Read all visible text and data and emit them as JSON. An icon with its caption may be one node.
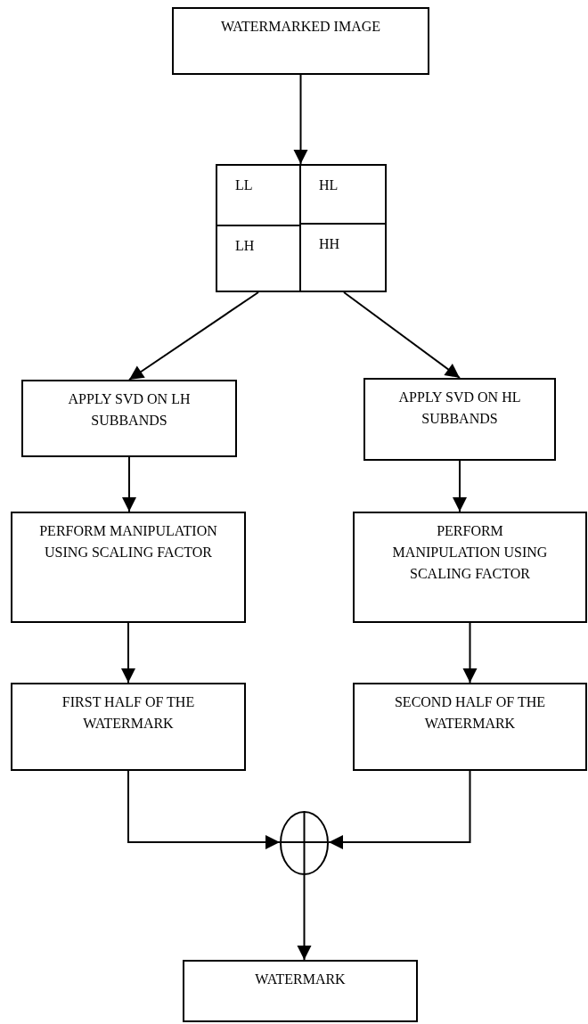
{
  "diagram": {
    "nodes": [
      {
        "text": [
          "WATERMARKED IMAGE"
        ]
      },
      {
        "text": [],
        "shape": "box"
      },
      {
        "text": [
          "LL"
        ],
        "in": 1
      },
      {
        "text": [
          "HL"
        ],
        "in": 1
      },
      {
        "text": [
          "LH"
        ],
        "in": 1
      },
      {
        "text": [
          "HH"
        ],
        "in": 1
      },
      {
        "text": [
          "APPLY SVD ON LH SUBBANDS"
        ]
      },
      {
        "text": [
          "APPLY SVD ON HL SUBBANDS"
        ]
      },
      {
        "text": [
          "PERFORM MANIPULATION USING SCALING FACTOR"
        ]
      },
      {
        "text": [
          "PERFORM MANIPULATION USING SCALING FACTOR"
        ]
      },
      {
        "text": [
          "FIRST HALF OF THE WATERMARK"
        ]
      },
      {
        "text": [
          "SECOND HALF OF THE WATERMARK"
        ]
      },
      {
        "text": [],
        "shape": "circle"
      },
      {
        "text": [
          "WATERMARK"
        ]
      }
    ],
    "edges": [
      {
        "from": 0,
        "to": 1,
        "arrow": "to"
      },
      {
        "from": 1,
        "to": 6,
        "arrow": "to"
      },
      {
        "from": 1,
        "to": 7,
        "arrow": "to"
      },
      {
        "from": 6,
        "to": 8,
        "arrow": "to"
      },
      {
        "from": 7,
        "to": 9,
        "arrow": "to"
      },
      {
        "from": 8,
        "to": 10,
        "arrow": "to"
      },
      {
        "from": 9,
        "to": 11,
        "arrow": "to"
      },
      {
        "from": 10,
        "to": 12,
        "arrow": "to"
      },
      {
        "from": 11,
        "to": 12,
        "arrow": "to"
      },
      {
        "from": 12,
        "to": 13,
        "arrow": "to"
      }
    ]
  }
}
